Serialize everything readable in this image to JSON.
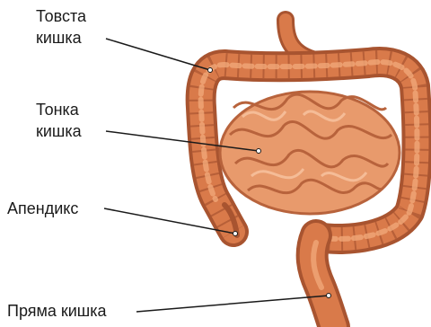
{
  "labels": {
    "large_intestine": [
      "Товста",
      "кишка"
    ],
    "small_intestine": [
      "Тонка",
      "кишка"
    ],
    "appendix": "Апендикс",
    "rectum": "Пряма кишка"
  },
  "colors": {
    "colon_outer": "#a85430",
    "colon_fill": "#d97a4a",
    "colon_highlight": "#f0a878",
    "small_fill": "#e89a6c",
    "small_dark": "#b8633c",
    "leader": "#1a1a1a"
  }
}
